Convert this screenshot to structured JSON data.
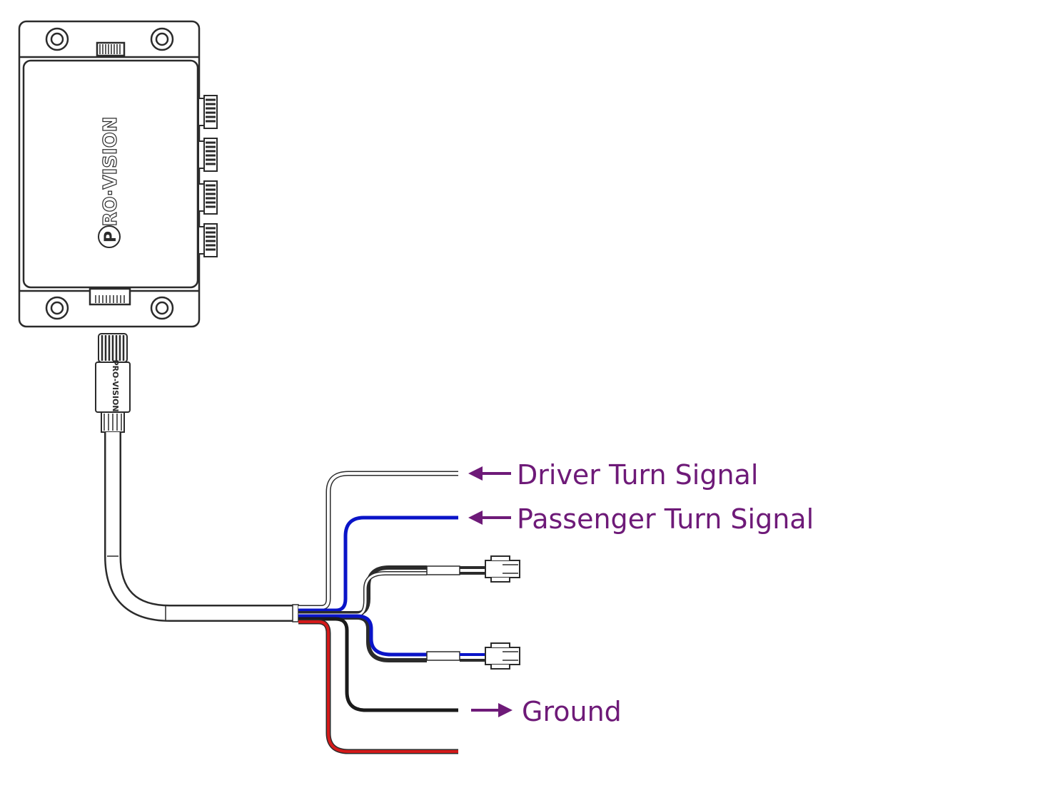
{
  "device": {
    "brand": "PRO·VISION",
    "logo_mark": "P",
    "connector_print": "PRO-VISION"
  },
  "labels": {
    "driver_turn_signal": "Driver Turn Signal",
    "passenger_turn_signal": "Passenger Turn Signal",
    "ground": "Ground"
  },
  "colors": {
    "label": "#6e1a78",
    "outline": "#2b2b2b",
    "wire_white": "#ffffff",
    "wire_blue": "#0a14c8",
    "wire_black": "#1a1a1a",
    "wire_red": "#d41a1a"
  },
  "icons": {
    "arrow_in": "left-arrow-icon",
    "arrow_out": "right-arrow-icon"
  }
}
